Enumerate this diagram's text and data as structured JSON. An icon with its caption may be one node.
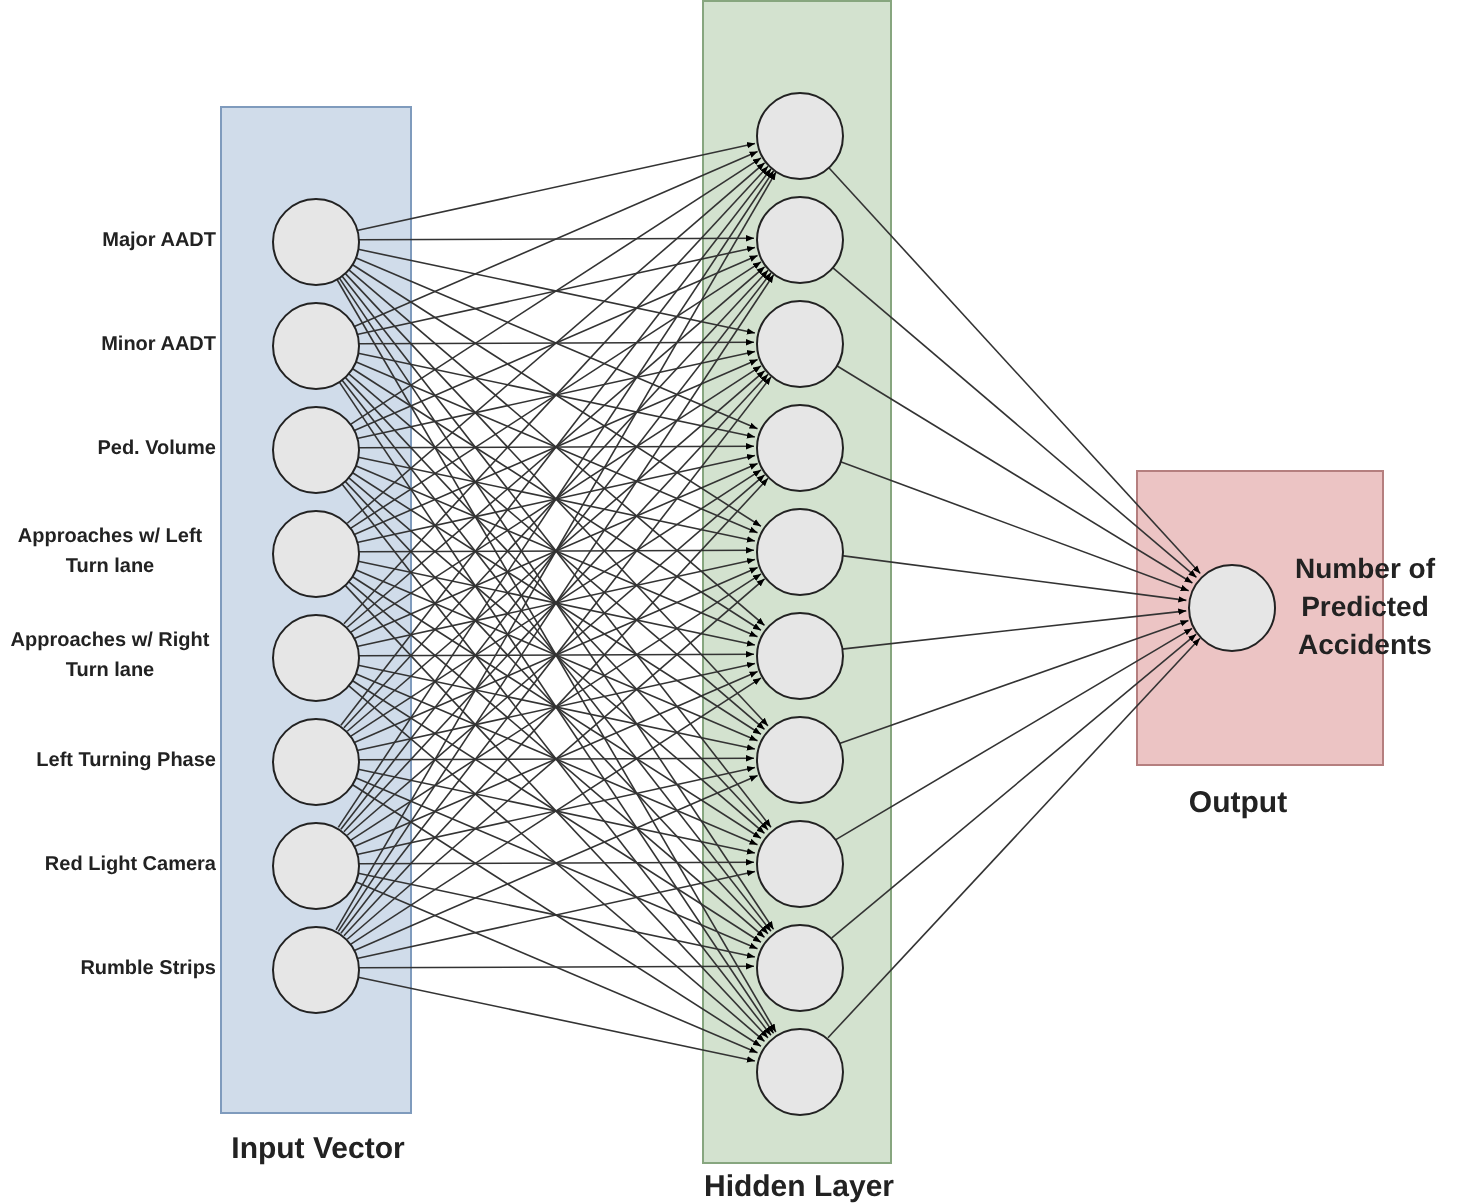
{
  "diagram": {
    "nodes": [
      {
        "text": [
          "Input Vector"
        ]
      },
      {
        "text": [],
        "shape": "circle",
        "in": 0,
        "beside": [
          "Major AADT"
        ]
      },
      {
        "text": [],
        "shape": "circle",
        "in": 0,
        "beside": [
          "Minor AADT"
        ]
      },
      {
        "text": [],
        "shape": "circle",
        "in": 0,
        "beside": [
          "Ped. Volume"
        ]
      },
      {
        "text": [],
        "shape": "circle",
        "in": 0,
        "beside": [
          "Approaches w/ Left Turn lane"
        ]
      },
      {
        "text": [],
        "shape": "circle",
        "in": 0,
        "beside": [
          "Approaches w/ Right Turn lane"
        ]
      },
      {
        "text": [],
        "shape": "circle",
        "in": 0,
        "beside": [
          "Left Turning Phase"
        ]
      },
      {
        "text": [],
        "shape": "circle",
        "in": 0,
        "beside": [
          "Red Light Camera"
        ]
      },
      {
        "text": [],
        "shape": "circle",
        "in": 0,
        "beside": [
          "Rumble Strips"
        ]
      },
      {
        "text": [
          "Hidden Layer"
        ]
      },
      {
        "text": [],
        "shape": "circle",
        "in": 9
      },
      {
        "text": [],
        "shape": "circle",
        "in": 9
      },
      {
        "text": [],
        "shape": "circle",
        "in": 9
      },
      {
        "text": [],
        "shape": "circle",
        "in": 9
      },
      {
        "text": [],
        "shape": "circle",
        "in": 9
      },
      {
        "text": [],
        "shape": "circle",
        "in": 9
      },
      {
        "text": [],
        "shape": "circle",
        "in": 9
      },
      {
        "text": [],
        "shape": "circle",
        "in": 9
      },
      {
        "text": [],
        "shape": "circle",
        "in": 9
      },
      {
        "text": [],
        "shape": "circle",
        "in": 9
      },
      {
        "text": [
          "Output"
        ]
      },
      {
        "text": [],
        "shape": "circle",
        "in": 20,
        "beside": [
          "Number of Predicted Accidents"
        ]
      }
    ],
    "edges": [
      {
        "from": 1,
        "to": 10,
        "arrow": "to"
      },
      {
        "from": 1,
        "to": 11,
        "arrow": "to"
      },
      {
        "from": 1,
        "to": 12,
        "arrow": "to"
      },
      {
        "from": 1,
        "to": 13,
        "arrow": "to"
      },
      {
        "from": 1,
        "to": 14,
        "arrow": "to"
      },
      {
        "from": 1,
        "to": 15,
        "arrow": "to"
      },
      {
        "from": 1,
        "to": 16,
        "arrow": "to"
      },
      {
        "from": 1,
        "to": 17,
        "arrow": "to"
      },
      {
        "from": 1,
        "to": 18,
        "arrow": "to"
      },
      {
        "from": 1,
        "to": 19,
        "arrow": "to"
      },
      {
        "from": 2,
        "to": 10,
        "arrow": "to"
      },
      {
        "from": 2,
        "to": 11,
        "arrow": "to"
      },
      {
        "from": 2,
        "to": 12,
        "arrow": "to"
      },
      {
        "from": 2,
        "to": 13,
        "arrow": "to"
      },
      {
        "from": 2,
        "to": 14,
        "arrow": "to"
      },
      {
        "from": 2,
        "to": 15,
        "arrow": "to"
      },
      {
        "from": 2,
        "to": 16,
        "arrow": "to"
      },
      {
        "from": 2,
        "to": 17,
        "arrow": "to"
      },
      {
        "from": 2,
        "to": 18,
        "arrow": "to"
      },
      {
        "from": 2,
        "to": 19,
        "arrow": "to"
      },
      {
        "from": 3,
        "to": 10,
        "arrow": "to"
      },
      {
        "from": 3,
        "to": 11,
        "arrow": "to"
      },
      {
        "from": 3,
        "to": 12,
        "arrow": "to"
      },
      {
        "from": 3,
        "to": 13,
        "arrow": "to"
      },
      {
        "from": 3,
        "to": 14,
        "arrow": "to"
      },
      {
        "from": 3,
        "to": 15,
        "arrow": "to"
      },
      {
        "from": 3,
        "to": 16,
        "arrow": "to"
      },
      {
        "from": 3,
        "to": 17,
        "arrow": "to"
      },
      {
        "from": 3,
        "to": 18,
        "arrow": "to"
      },
      {
        "from": 3,
        "to": 19,
        "arrow": "to"
      },
      {
        "from": 4,
        "to": 10,
        "arrow": "to"
      },
      {
        "from": 4,
        "to": 11,
        "arrow": "to"
      },
      {
        "from": 4,
        "to": 12,
        "arrow": "to"
      },
      {
        "from": 4,
        "to": 13,
        "arrow": "to"
      },
      {
        "from": 4,
        "to": 14,
        "arrow": "to"
      },
      {
        "from": 4,
        "to": 15,
        "arrow": "to"
      },
      {
        "from": 4,
        "to": 16,
        "arrow": "to"
      },
      {
        "from": 4,
        "to": 17,
        "arrow": "to"
      },
      {
        "from": 4,
        "to": 18,
        "arrow": "to"
      },
      {
        "from": 4,
        "to": 19,
        "arrow": "to"
      },
      {
        "from": 5,
        "to": 10,
        "arrow": "to"
      },
      {
        "from": 5,
        "to": 11,
        "arrow": "to"
      },
      {
        "from": 5,
        "to": 12,
        "arrow": "to"
      },
      {
        "from": 5,
        "to": 13,
        "arrow": "to"
      },
      {
        "from": 5,
        "to": 14,
        "arrow": "to"
      },
      {
        "from": 5,
        "to": 15,
        "arrow": "to"
      },
      {
        "from": 5,
        "to": 16,
        "arrow": "to"
      },
      {
        "from": 5,
        "to": 17,
        "arrow": "to"
      },
      {
        "from": 5,
        "to": 18,
        "arrow": "to"
      },
      {
        "from": 5,
        "to": 19,
        "arrow": "to"
      },
      {
        "from": 6,
        "to": 10,
        "arrow": "to"
      },
      {
        "from": 6,
        "to": 11,
        "arrow": "to"
      },
      {
        "from": 6,
        "to": 12,
        "arrow": "to"
      },
      {
        "from": 6,
        "to": 13,
        "arrow": "to"
      },
      {
        "from": 6,
        "to": 14,
        "arrow": "to"
      },
      {
        "from": 6,
        "to": 15,
        "arrow": "to"
      },
      {
        "from": 6,
        "to": 16,
        "arrow": "to"
      },
      {
        "from": 6,
        "to": 17,
        "arrow": "to"
      },
      {
        "from": 6,
        "to": 18,
        "arrow": "to"
      },
      {
        "from": 6,
        "to": 19,
        "arrow": "to"
      },
      {
        "from": 7,
        "to": 10,
        "arrow": "to"
      },
      {
        "from": 7,
        "to": 11,
        "arrow": "to"
      },
      {
        "from": 7,
        "to": 12,
        "arrow": "to"
      },
      {
        "from": 7,
        "to": 13,
        "arrow": "to"
      },
      {
        "from": 7,
        "to": 14,
        "arrow": "to"
      },
      {
        "from": 7,
        "to": 15,
        "arrow": "to"
      },
      {
        "from": 7,
        "to": 16,
        "arrow": "to"
      },
      {
        "from": 7,
        "to": 17,
        "arrow": "to"
      },
      {
        "from": 7,
        "to": 18,
        "arrow": "to"
      },
      {
        "from": 7,
        "to": 19,
        "arrow": "to"
      },
      {
        "from": 8,
        "to": 10,
        "arrow": "to"
      },
      {
        "from": 8,
        "to": 11,
        "arrow": "to"
      },
      {
        "from": 8,
        "to": 12,
        "arrow": "to"
      },
      {
        "from": 8,
        "to": 13,
        "arrow": "to"
      },
      {
        "from": 8,
        "to": 14,
        "arrow": "to"
      },
      {
        "from": 8,
        "to": 15,
        "arrow": "to"
      },
      {
        "from": 8,
        "to": 16,
        "arrow": "to"
      },
      {
        "from": 8,
        "to": 17,
        "arrow": "to"
      },
      {
        "from": 8,
        "to": 18,
        "arrow": "to"
      },
      {
        "from": 8,
        "to": 19,
        "arrow": "to"
      },
      {
        "from": 10,
        "to": 21,
        "arrow": "to"
      },
      {
        "from": 11,
        "to": 21,
        "arrow": "to"
      },
      {
        "from": 12,
        "to": 21,
        "arrow": "to"
      },
      {
        "from": 13,
        "to": 21,
        "arrow": "to"
      },
      {
        "from": 14,
        "to": 21,
        "arrow": "to"
      },
      {
        "from": 15,
        "to": 21,
        "arrow": "to"
      },
      {
        "from": 16,
        "to": 21,
        "arrow": "to"
      },
      {
        "from": 17,
        "to": 21,
        "arrow": "to"
      },
      {
        "from": 18,
        "to": 21,
        "arrow": "to"
      },
      {
        "from": 19,
        "to": 21,
        "arrow": "to"
      }
    ]
  }
}
